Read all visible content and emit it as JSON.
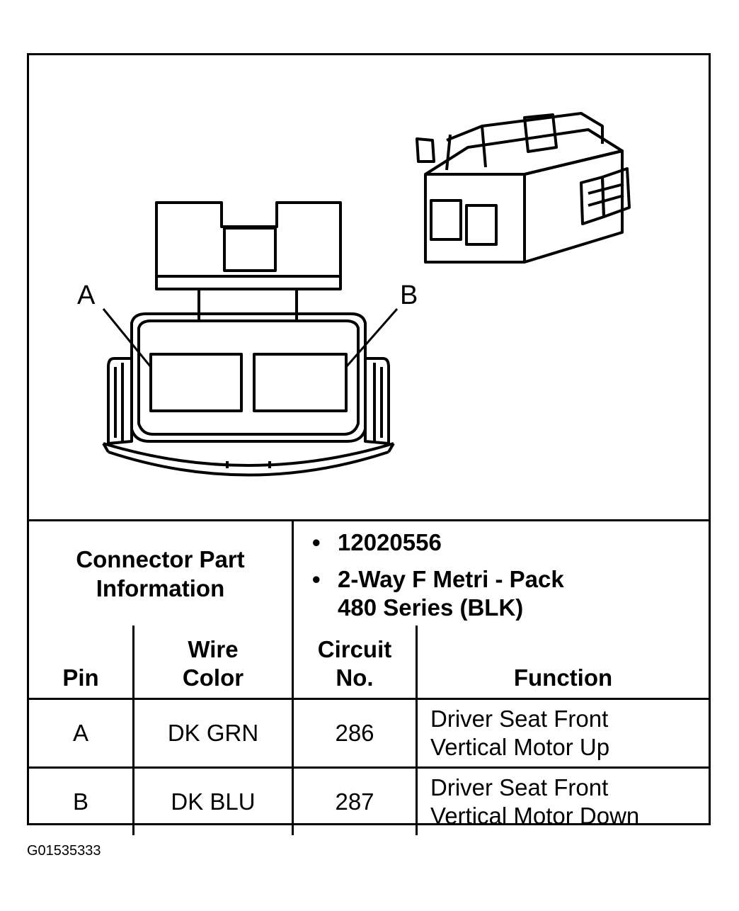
{
  "diagram": {
    "pin_labels": [
      "A",
      "B"
    ]
  },
  "part_info": {
    "label_line1": "Connector Part",
    "label_line2": "Information",
    "items": [
      {
        "bullet": "•",
        "lines": [
          "12020556"
        ]
      },
      {
        "bullet": "•",
        "lines": [
          "2-Way F Metri - Pack",
          "480 Series (BLK)"
        ]
      }
    ]
  },
  "table": {
    "headers": {
      "pin": "Pin",
      "wire_line1": "Wire",
      "wire_line2": "Color",
      "circuit_line1": "Circuit",
      "circuit_line2": "No.",
      "function": "Function"
    },
    "rows": [
      {
        "pin": "A",
        "wire_color": "DK GRN",
        "circuit": "286",
        "function_line1": "Driver Seat Front",
        "function_line2": "Vertical Motor Up"
      },
      {
        "pin": "B",
        "wire_color": "DK BLU",
        "circuit": "287",
        "function_line1": "Driver Seat Front",
        "function_line2": "Vertical Motor Down"
      }
    ]
  },
  "figure_id": "G01535333"
}
